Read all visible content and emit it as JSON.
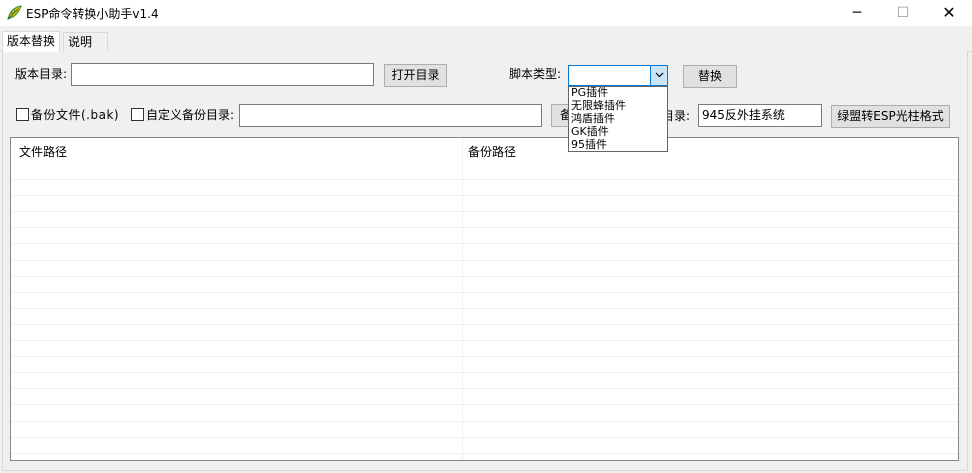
{
  "window": {
    "title": "ESP命令转换小助手v1.4",
    "minimize_glyph": "─",
    "maximize_glyph": "☐",
    "close_glyph": "✕",
    "icon": "app-leaf-icon"
  },
  "tabs": [
    {
      "label": "版本替换",
      "active": true
    },
    {
      "label": "说明",
      "active": false
    }
  ],
  "version_dir": {
    "label": "版本目录:",
    "value": ""
  },
  "open_dir_button": "打开目录",
  "script_type": {
    "label": "脚本类型:",
    "selected": "",
    "options": [
      "PG插件",
      "无限蜂插件",
      "鸿盾插件",
      "GK插件",
      "95插件"
    ]
  },
  "replace_button": "替换",
  "backup_file": {
    "label": "备份文件(.bak)",
    "checked": false
  },
  "custom_backup": {
    "label": "自定义备份目录:",
    "checked": false,
    "value": ""
  },
  "backup_button_partial": "备",
  "system_dir": {
    "label_partial": "目录:",
    "value": "945反外挂系统"
  },
  "convert_button": "绿盟转ESP光柱格式",
  "table": {
    "columns": [
      "文件路径",
      "备份路径"
    ],
    "rows": []
  },
  "colors": {
    "accent": "#0078d7",
    "window_bg": "#f0f0f0"
  }
}
